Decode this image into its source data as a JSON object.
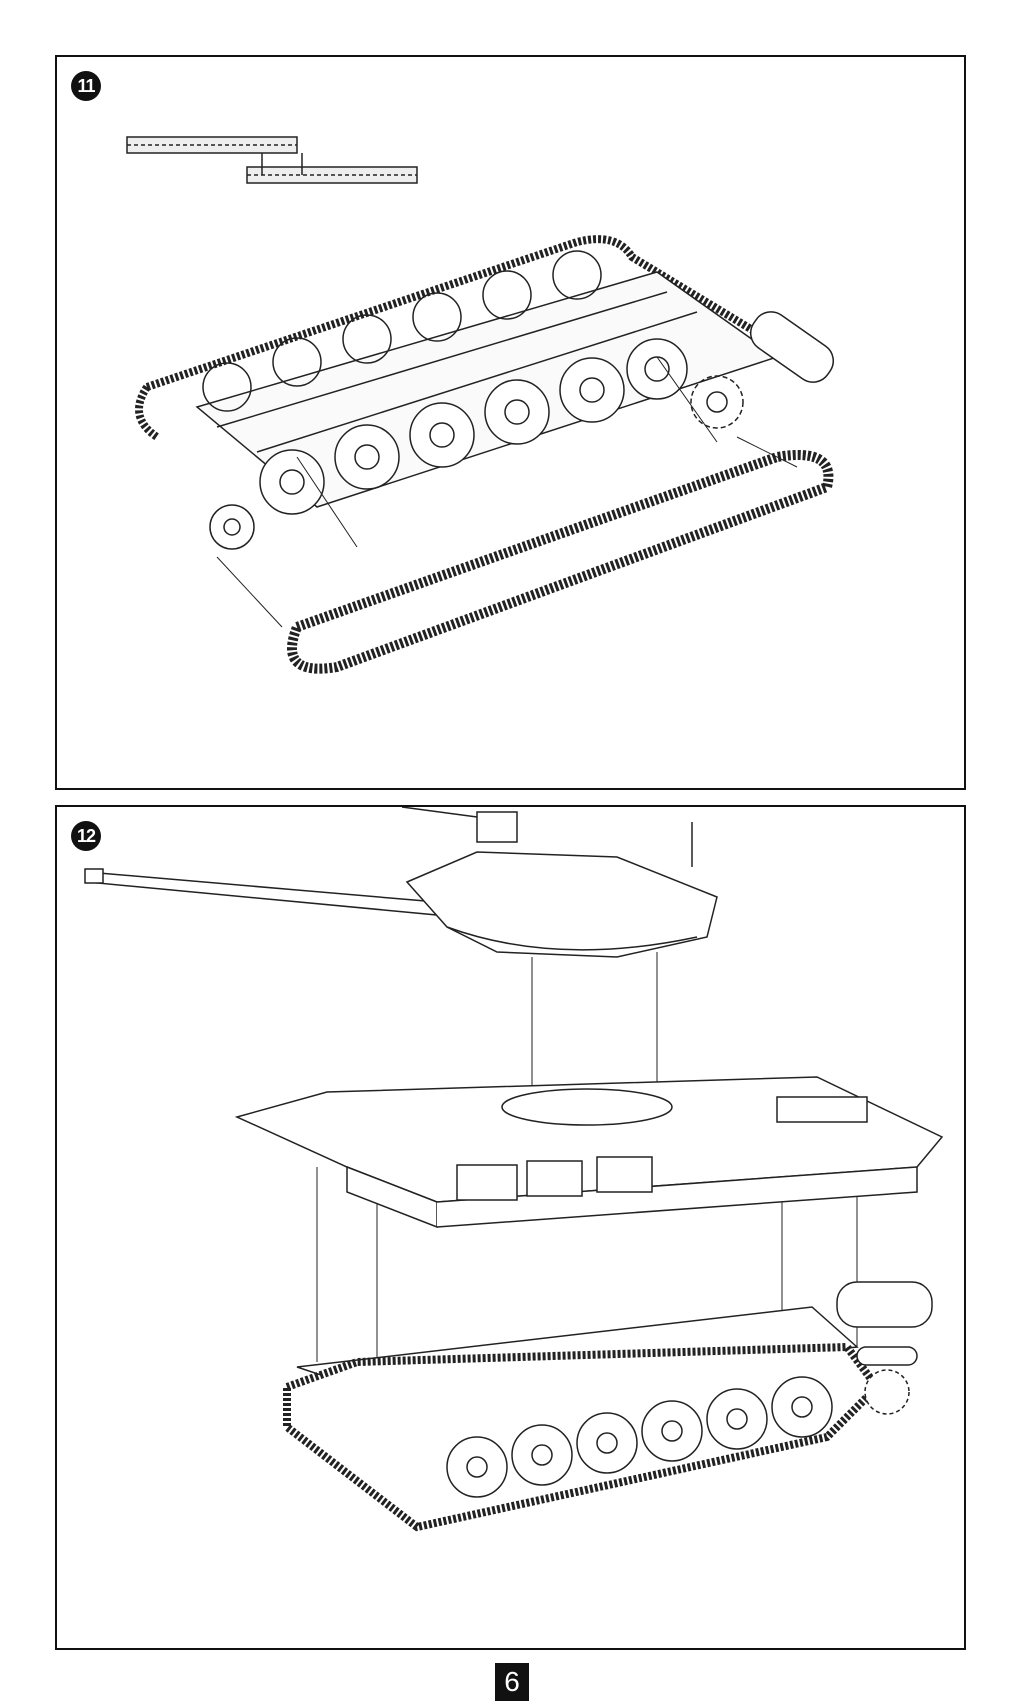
{
  "steps": [
    {
      "number": "11"
    },
    {
      "number": "12"
    }
  ],
  "page_number": "6"
}
